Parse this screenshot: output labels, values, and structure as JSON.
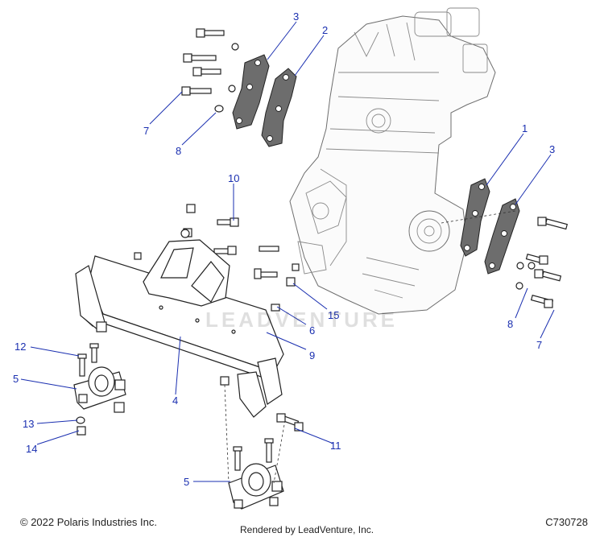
{
  "footer": {
    "copyright": "© 2022 Polaris Industries Inc.",
    "figure_code": "C730728",
    "rendered_by": "Rendered by LeadVenture, Inc."
  },
  "watermark": "LEADVENTURE",
  "callouts": [
    {
      "id": "c-3-top",
      "label": "3"
    },
    {
      "id": "c-2",
      "label": "2"
    },
    {
      "id": "c-7-left",
      "label": "7"
    },
    {
      "id": "c-8-left",
      "label": "8"
    },
    {
      "id": "c-1",
      "label": "1"
    },
    {
      "id": "c-3-right",
      "label": "3"
    },
    {
      "id": "c-10",
      "label": "10"
    },
    {
      "id": "c-8-right",
      "label": "8"
    },
    {
      "id": "c-7-right",
      "label": "7"
    },
    {
      "id": "c-15",
      "label": "15"
    },
    {
      "id": "c-6",
      "label": "6"
    },
    {
      "id": "c-9",
      "label": "9"
    },
    {
      "id": "c-12",
      "label": "12"
    },
    {
      "id": "c-5-left",
      "label": "5"
    },
    {
      "id": "c-4",
      "label": "4"
    },
    {
      "id": "c-13",
      "label": "13"
    },
    {
      "id": "c-14",
      "label": "14"
    },
    {
      "id": "c-11",
      "label": "11"
    },
    {
      "id": "c-5-bottom",
      "label": "5"
    }
  ],
  "colors": {
    "callout": "#1a2fb0",
    "line": "#222222",
    "gasket": "#6d6d6d"
  }
}
